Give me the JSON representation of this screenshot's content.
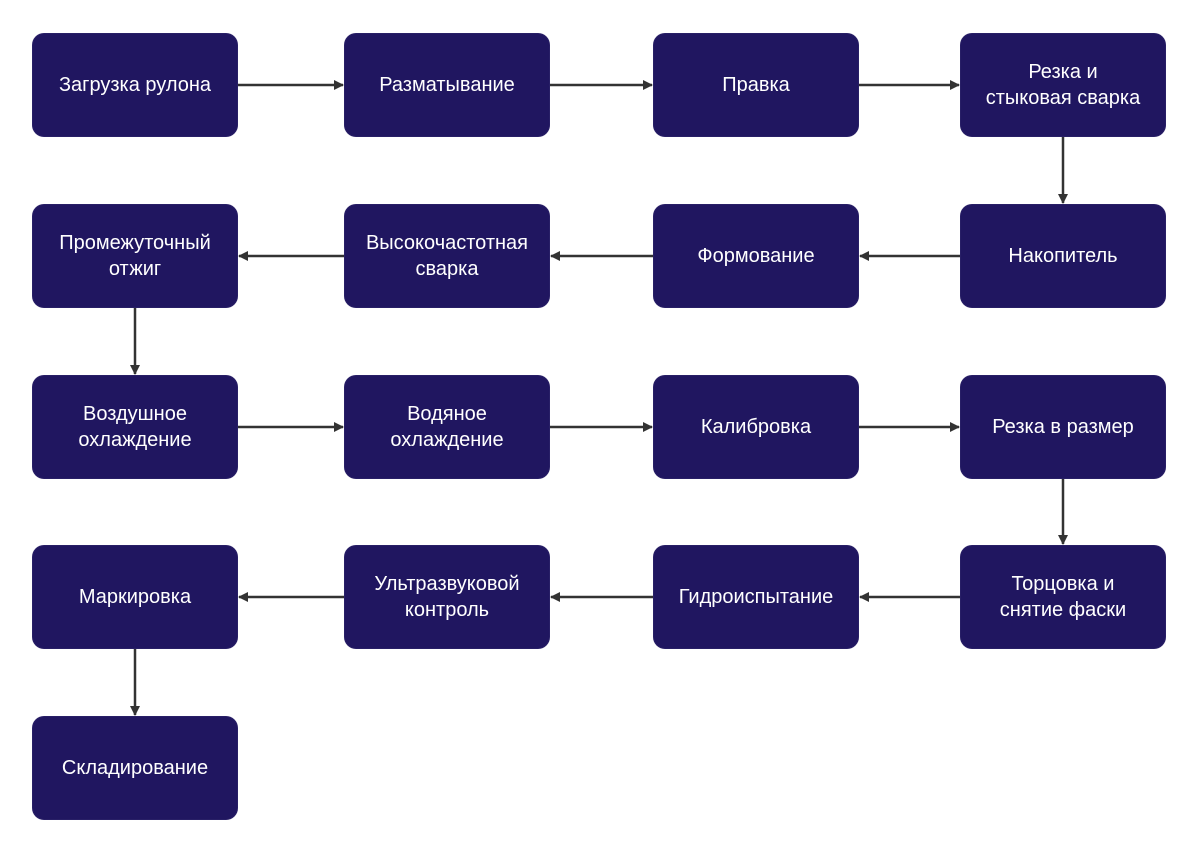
{
  "colors": {
    "node_fill": "#201660",
    "node_text": "#ffffff",
    "arrow": "#333333",
    "background": "#ffffff"
  },
  "nodes": [
    {
      "id": "coil-loading",
      "label": "Загрузка рулона"
    },
    {
      "id": "uncoiling",
      "label": "Разматывание"
    },
    {
      "id": "straightening",
      "label": "Правка"
    },
    {
      "id": "cutting-butt-welding",
      "label": "Резка и\nстыковая сварка"
    },
    {
      "id": "accumulator",
      "label": "Накопитель"
    },
    {
      "id": "forming",
      "label": "Формование"
    },
    {
      "id": "hf-welding",
      "label": "Высокочастотная\nсварка"
    },
    {
      "id": "intermediate-annealing",
      "label": "Промежуточный\nотжиг"
    },
    {
      "id": "air-cooling",
      "label": "Воздушное\nохлаждение"
    },
    {
      "id": "water-cooling",
      "label": "Водяное\nохлаждение"
    },
    {
      "id": "sizing",
      "label": "Калибровка"
    },
    {
      "id": "cut-to-length",
      "label": "Резка в размер"
    },
    {
      "id": "facing-chamfering",
      "label": "Торцовка и\nснятие фаски"
    },
    {
      "id": "hydrotest",
      "label": "Гидроиспытание"
    },
    {
      "id": "ultrasonic-testing",
      "label": "Ультразвуковой\nконтроль"
    },
    {
      "id": "marking",
      "label": "Маркировка"
    },
    {
      "id": "warehousing",
      "label": "Складирование"
    }
  ],
  "edges": [
    [
      "coil-loading",
      "uncoiling"
    ],
    [
      "uncoiling",
      "straightening"
    ],
    [
      "straightening",
      "cutting-butt-welding"
    ],
    [
      "cutting-butt-welding",
      "accumulator"
    ],
    [
      "accumulator",
      "forming"
    ],
    [
      "forming",
      "hf-welding"
    ],
    [
      "hf-welding",
      "intermediate-annealing"
    ],
    [
      "intermediate-annealing",
      "air-cooling"
    ],
    [
      "air-cooling",
      "water-cooling"
    ],
    [
      "water-cooling",
      "sizing"
    ],
    [
      "sizing",
      "cut-to-length"
    ],
    [
      "cut-to-length",
      "facing-chamfering"
    ],
    [
      "facing-chamfering",
      "hydrotest"
    ],
    [
      "hydrotest",
      "ultrasonic-testing"
    ],
    [
      "ultrasonic-testing",
      "marking"
    ],
    [
      "marking",
      "warehousing"
    ]
  ]
}
